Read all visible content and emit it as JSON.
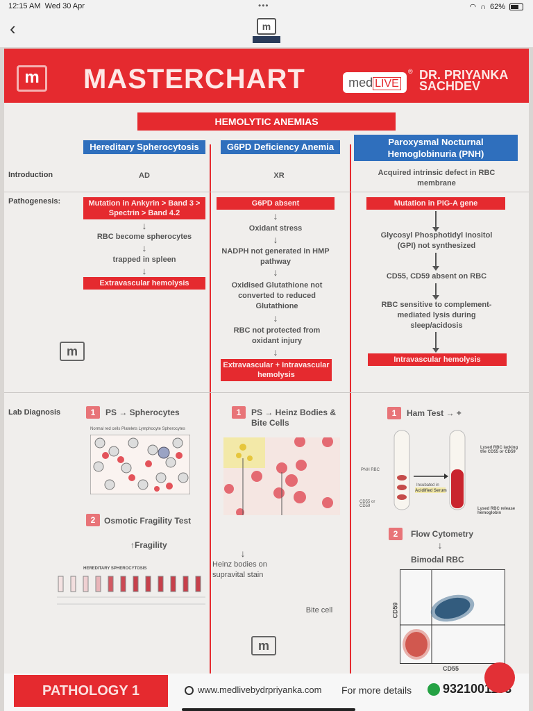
{
  "status": {
    "time": "12:15 AM",
    "date": "Wed 30 Apr",
    "battery": "62%"
  },
  "nav": {
    "back_icon": "chevron-left-icon",
    "logo": "m"
  },
  "header": {
    "logo": "m",
    "title": "MASTERCHART",
    "brand_med": "med",
    "brand_live": "LIVE",
    "reg": "®",
    "doctor": "DR. PRIYANKA SACHDEV"
  },
  "banner": "HEMOLYTIC ANEMIAS",
  "columns": [
    "Hereditary Spherocytosis",
    "G6PD Deficiency Anemia",
    "Paroxysmal Nocturnal Hemoglobinuria (PNH)"
  ],
  "rows": {
    "introduction": "Introduction",
    "pathogenesis": "Pathogenesis:",
    "lab": "Lab Diagnosis"
  },
  "intro": [
    "AD",
    "XR",
    "Acquired intrinsic defect in RBC membrane"
  ],
  "hs": {
    "path1": "Mutation in Ankyrin > Band 3 > Spectrin > Band 4.2",
    "path2": "RBC become spherocytes",
    "path3": "trapped in spleen",
    "path4": "Extravascular hemolysis",
    "lab1_num": "1",
    "lab1": "PS → Spherocytes",
    "lab1_labels": "Normal red cells  Platelets  Lymphocyte  Spherocytes",
    "lab2_num": "2",
    "lab2": "Osmotic Fragility Test",
    "lab2_result": "↑Fragility",
    "tube_title": "HEREDITARY SPHEROCYTOSIS"
  },
  "g6pd": {
    "path1": "G6PD absent",
    "path2": "Oxidant stress",
    "path3": "NADPH not generated in HMP pathway",
    "path4": "Oxidised Glutathione not converted to reduced Glutathione",
    "path5": "RBC not protected from oxidant injury",
    "path6": "Extravascular + Intravascular hemolysis",
    "lab1_num": "1",
    "lab1": "PS → Heinz Bodies & Bite Cells",
    "heinz": "Heinz bodies on supravital stain",
    "bite": "Bite cell"
  },
  "pnh": {
    "path1": "Mutation in PIG-A gene",
    "path2": "Glycosyl Phosphotidyl Inositol (GPI) not synthesized",
    "path3": "CD55, CD59 absent on RBC",
    "path4": "RBC sensitive to complement-mediated lysis during sleep/acidosis",
    "path5": "Intravascular hemolysis",
    "lab1_num": "1",
    "lab1": "Ham Test → +",
    "ham_pnh": "PNH RBC",
    "ham_cd": "CD55 or CD59",
    "ham_incubated": "Incubated in",
    "ham_serum": "Acidified Serum",
    "ham_lysed1": "Lysed RBC lacking the CD55 or CD59",
    "ham_lysed2": "Lysed RBC release hemoglobin",
    "lab2_num": "2",
    "lab2": "Flow Cytometry",
    "lab2_result": "Bimodal RBC",
    "axis_y": "CD59",
    "axis_x": "CD55"
  },
  "footer": {
    "subject": "PATHOLOGY 1",
    "site": "www.medlivebydrpriyanka.com",
    "more": "For more details",
    "phone": "9321001103"
  },
  "colors": {
    "accent": "#e52a2f",
    "blue": "#2f6fbd",
    "background": "#f0eeec"
  }
}
